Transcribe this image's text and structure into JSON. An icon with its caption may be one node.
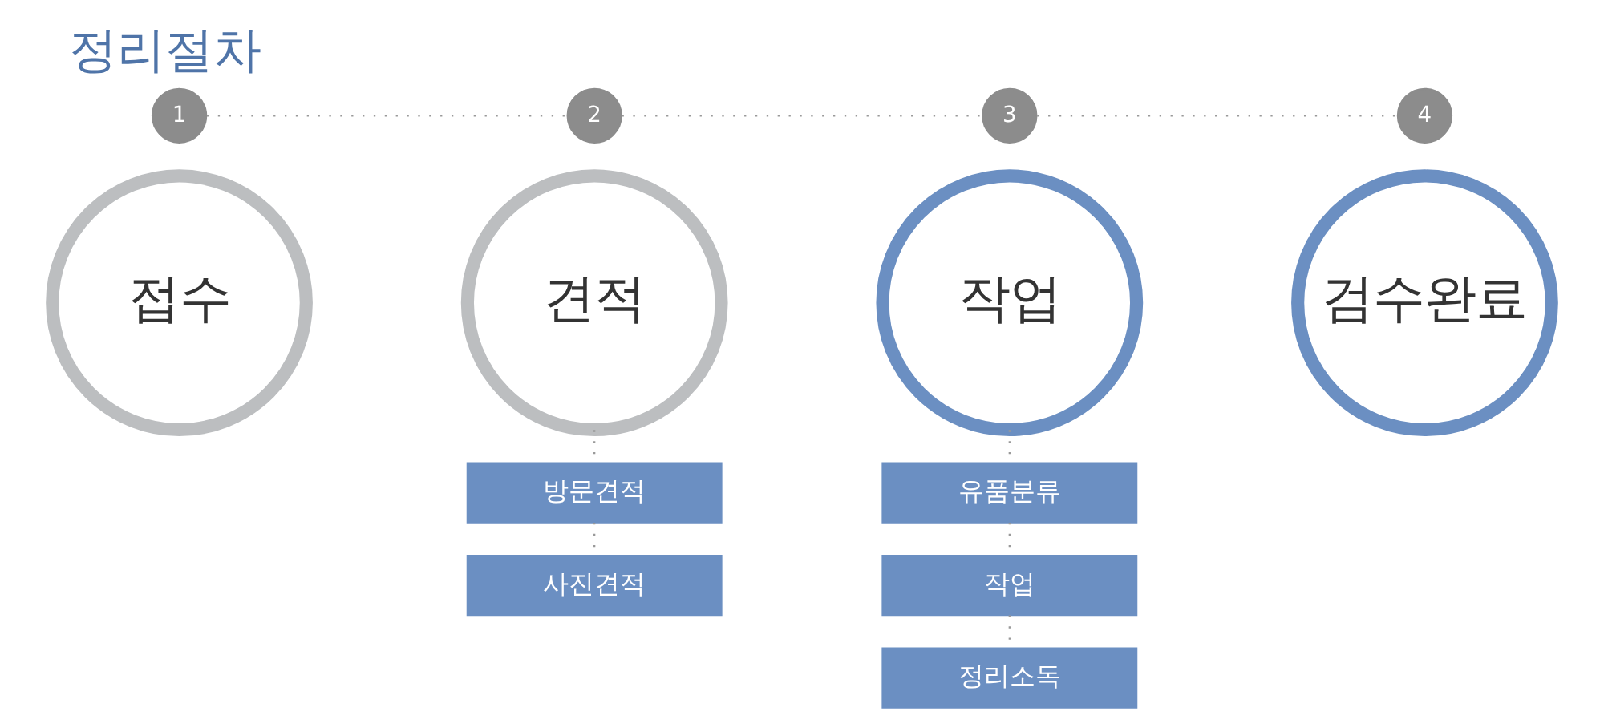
{
  "diagram": {
    "title": "정리절차",
    "nodes": [
      {
        "text": [
          "1"
        ]
      },
      {
        "text": [
          "2"
        ]
      },
      {
        "text": [
          "3"
        ]
      },
      {
        "text": [
          "4"
        ]
      },
      {
        "text": [
          "접수"
        ]
      },
      {
        "text": [
          "견적"
        ]
      },
      {
        "text": [
          "작업"
        ]
      },
      {
        "text": [
          "검수완료"
        ]
      },
      {
        "text": [
          "방문견적"
        ]
      },
      {
        "text": [
          "사진견적"
        ]
      },
      {
        "text": [
          "유품분류"
        ]
      },
      {
        "text": [
          "작업"
        ]
      },
      {
        "text": [
          "정리소독"
        ]
      }
    ],
    "edges": [
      {
        "from": 0,
        "to": 1,
        "arrow": "none",
        "style": "dashed"
      },
      {
        "from": 1,
        "to": 2,
        "arrow": "none",
        "style": "dashed"
      },
      {
        "from": 2,
        "to": 3,
        "arrow": "none",
        "style": "dashed"
      },
      {
        "from": 5,
        "to": 8,
        "arrow": "none",
        "style": "dashed"
      },
      {
        "from": 8,
        "to": 9,
        "arrow": "none",
        "style": "dashed"
      },
      {
        "from": 6,
        "to": 10,
        "arrow": "none",
        "style": "dashed"
      },
      {
        "from": 10,
        "to": 11,
        "arrow": "none",
        "style": "dashed"
      },
      {
        "from": 11,
        "to": 12,
        "arrow": "none",
        "style": "dashed"
      }
    ]
  }
}
